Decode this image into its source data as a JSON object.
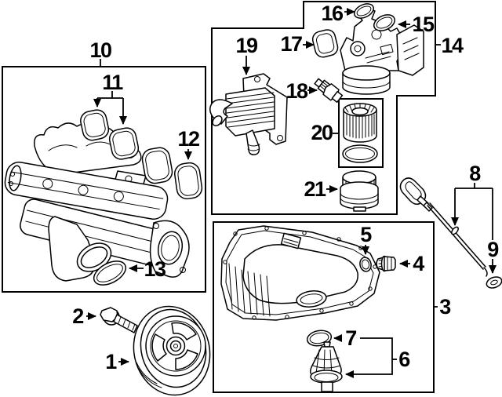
{
  "diagram": {
    "kind": "engine-parts-exploded-diagram",
    "background_color": "#ffffff",
    "line_color": "#000000",
    "label_color": "#000000",
    "callout_numbers": [
      "1",
      "2",
      "3",
      "4",
      "5",
      "6",
      "7",
      "8",
      "9",
      "10",
      "11",
      "12",
      "13",
      "14",
      "15",
      "16",
      "17",
      "18",
      "19",
      "20",
      "21"
    ]
  },
  "labels": {
    "p1": {
      "text": "1"
    },
    "p2": {
      "text": "2"
    },
    "p3": {
      "text": "3"
    },
    "p4": {
      "text": "4"
    },
    "p5": {
      "text": "5"
    },
    "p6": {
      "text": "6"
    },
    "p7": {
      "text": "7"
    },
    "p8": {
      "text": "8"
    },
    "p9": {
      "text": "9"
    },
    "p10": {
      "text": "10"
    },
    "p11": {
      "text": "11"
    },
    "p12": {
      "text": "12"
    },
    "p13": {
      "text": "13"
    },
    "p14": {
      "text": "14"
    },
    "p15": {
      "text": "15"
    },
    "p16": {
      "text": "16"
    },
    "p17": {
      "text": "17"
    },
    "p18": {
      "text": "18"
    },
    "p19": {
      "text": "19"
    },
    "p20": {
      "text": "20"
    },
    "p21": {
      "text": "21"
    }
  }
}
